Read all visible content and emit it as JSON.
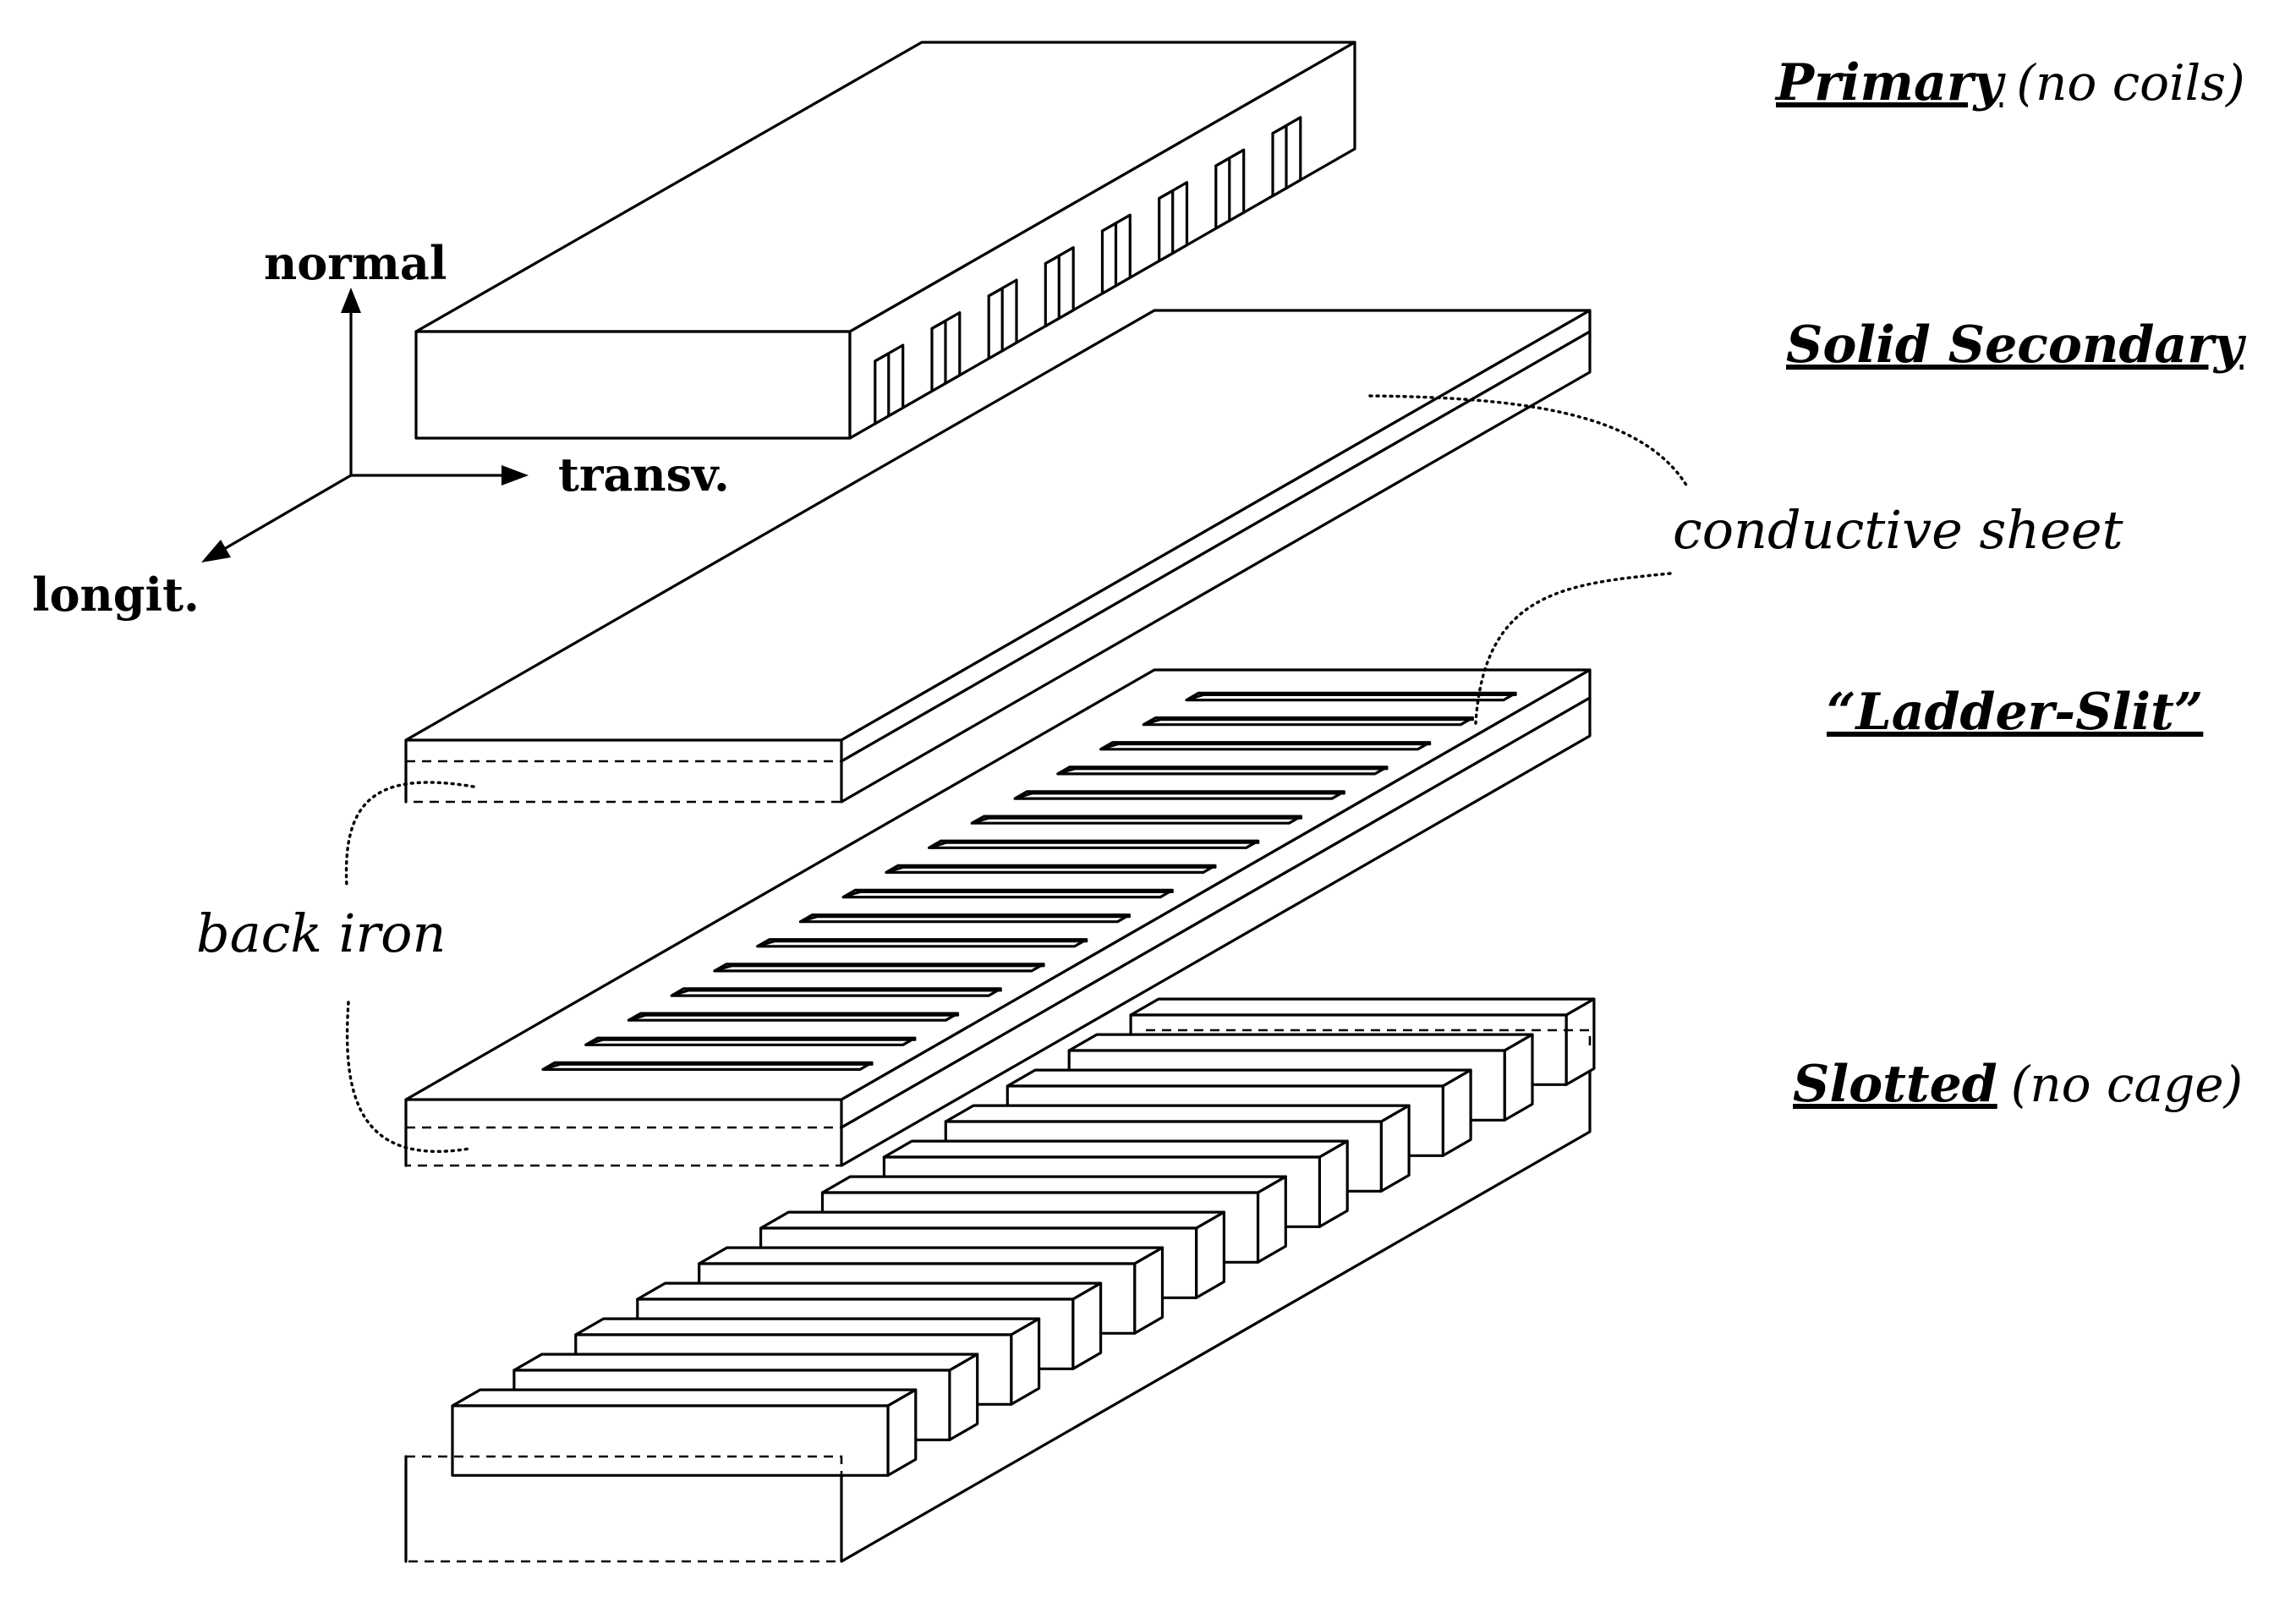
{
  "layers": {
    "primary": {
      "title": "Primary",
      "note": "(no coils)"
    },
    "solid_secondary": {
      "title": "Solid Secondary",
      "note": ""
    },
    "ladder_slit": {
      "title": "“Ladder-Slit”",
      "note": ""
    },
    "slotted": {
      "title": "Slotted",
      "note": "(no cage)"
    }
  },
  "axes": {
    "normal": "normal",
    "transverse": "transv.",
    "longitudinal": "longit."
  },
  "annotations": {
    "conductive_sheet": "conductive sheet",
    "back_iron": "back iron"
  },
  "counts": {
    "primary_slots": 8,
    "ladder_slits": 16,
    "slotted_teeth": 12
  },
  "colors": {
    "stroke": "#000000",
    "background": "#ffffff"
  }
}
